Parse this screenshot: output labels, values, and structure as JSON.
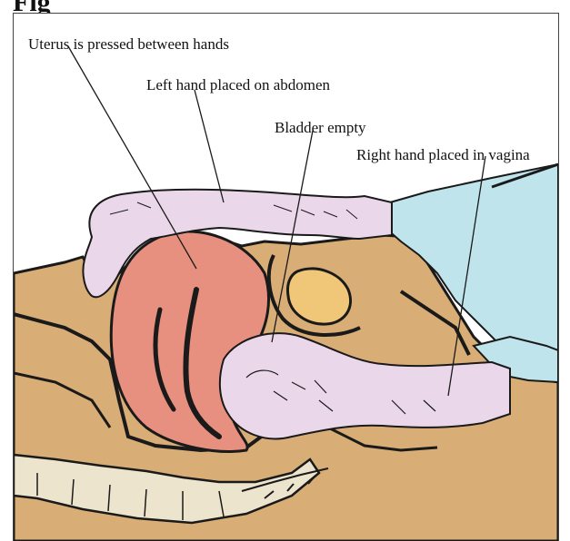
{
  "figure": {
    "heading": "Fig",
    "labels": {
      "uterus": "Uterus is pressed between hands",
      "left_hand": "Left hand placed on abdomen",
      "bladder": "Bladder empty",
      "right_hand": "Right hand placed in vagina"
    }
  },
  "colors": {
    "glove": "#ead7ea",
    "sleeve": "#bfe4ec",
    "tissue": "#d8ad76",
    "uterus": "#e8907f",
    "bladder": "#f0c779",
    "bone": "#ede4ce",
    "ink": "#1a1a1a"
  }
}
